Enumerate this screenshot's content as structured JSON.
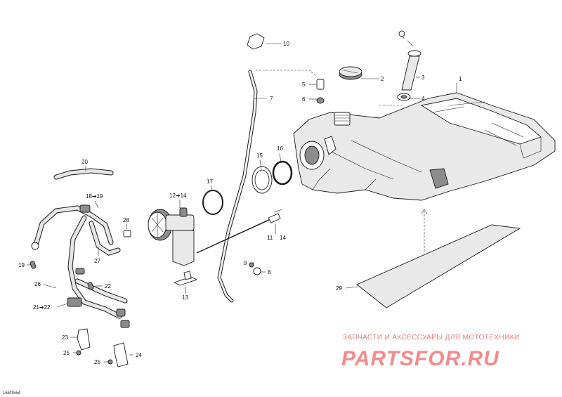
{
  "diagram_code": "16M1554",
  "labels": {
    "l1": "1",
    "l2": "2",
    "l3": "3",
    "l4": "4",
    "l5": "5",
    "l6": "6",
    "l7": "7",
    "l8": "8",
    "l9": "9",
    "l10": "10",
    "l11": "11",
    "l12_14": "12",
    "l12_14b": "14",
    "l13": "13",
    "l14": "14",
    "l15": "15",
    "l16": "16",
    "l17": "17",
    "l18_19": "18",
    "l18_19b": "19",
    "l19": "19",
    "l20": "20",
    "l21_22": "21",
    "l21_22b": "22",
    "l22": "22",
    "l23": "23",
    "l24": "24",
    "l25a": "25",
    "l25b": "25",
    "l26": "26",
    "l27": "27",
    "l28": "28",
    "l29": "29"
  },
  "watermark": {
    "caption": "ЗАПЧАСТИ И АКСЕССУАРЫ ДЛЯ МОТОТЕХНИКИ",
    "brand": "PARTSFOR.RU"
  },
  "colors": {
    "line": "#1a1a1a",
    "fill": "#e9e9e9",
    "watermark": "#f08c8c"
  }
}
